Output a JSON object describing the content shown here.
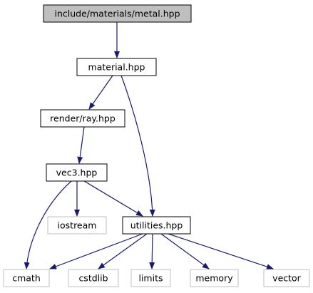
{
  "colors": {
    "edge": "#191970",
    "root_fill": "#bfbfbf",
    "node_stroke": "#000000",
    "external_stroke": "#bfbfbf",
    "text": "#000000"
  },
  "nodes": [
    {
      "id": "metal",
      "label": "include/materials/metal.hpp",
      "kind": "root"
    },
    {
      "id": "material",
      "label": "material.hpp",
      "kind": "file"
    },
    {
      "id": "ray",
      "label": "render/ray.hpp",
      "kind": "file"
    },
    {
      "id": "vec3",
      "label": "vec3.hpp",
      "kind": "file"
    },
    {
      "id": "iostream",
      "label": "iostream",
      "kind": "external"
    },
    {
      "id": "utilities",
      "label": "utilities.hpp",
      "kind": "file"
    },
    {
      "id": "cmath",
      "label": "cmath",
      "kind": "external"
    },
    {
      "id": "cstdlib",
      "label": "cstdlib",
      "kind": "external"
    },
    {
      "id": "limits",
      "label": "limits",
      "kind": "external"
    },
    {
      "id": "memory",
      "label": "memory",
      "kind": "external"
    },
    {
      "id": "vector",
      "label": "vector",
      "kind": "external"
    }
  ],
  "edges": [
    {
      "from": "metal",
      "to": "material"
    },
    {
      "from": "material",
      "to": "ray"
    },
    {
      "from": "material",
      "to": "utilities"
    },
    {
      "from": "ray",
      "to": "vec3"
    },
    {
      "from": "vec3",
      "to": "iostream"
    },
    {
      "from": "vec3",
      "to": "utilities"
    },
    {
      "from": "vec3",
      "to": "cmath"
    },
    {
      "from": "utilities",
      "to": "cmath"
    },
    {
      "from": "utilities",
      "to": "cstdlib"
    },
    {
      "from": "utilities",
      "to": "limits"
    },
    {
      "from": "utilities",
      "to": "memory"
    },
    {
      "from": "utilities",
      "to": "vector"
    }
  ]
}
